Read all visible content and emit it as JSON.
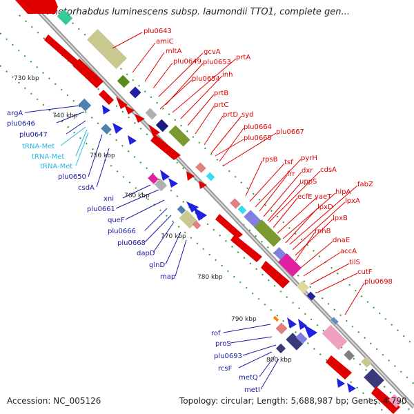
{
  "title": "Photorhabdus luminescens subsp. laumondii TTO1, complete gen...",
  "accession": "Accession: NC_005126",
  "summary": "Topology: circular; Length: 5,688,987 bp; Genes: 4,790",
  "colors": {
    "forward_label": "#e00000",
    "reverse_label": "#1a1aa0",
    "trna_label": "#28b4e6",
    "backbone": "#9a9a9a"
  },
  "ticks": [
    "730 kbp",
    "740 kbp",
    "750 kbp",
    "760 kbp",
    "770 kbp",
    "780 kbp",
    "790 kbp",
    "800 kbp"
  ],
  "forward_genes": [
    "plu0643",
    "amiC",
    "mltA",
    "gcvA",
    "plu0649",
    "plu0653",
    "prtA",
    "inh",
    "plu0654",
    "prtB",
    "prtC",
    "prtD",
    "syd",
    "plu0664",
    "plu0667",
    "plu0665",
    "rpsB",
    "tsf",
    "pyrH",
    "frr",
    "dxr",
    "cdsA",
    "uppS",
    "ecfE",
    "yaeT",
    "hlpA",
    "fabZ",
    "lpxD",
    "lpxA",
    "lpxB",
    "rnhB",
    "dnaE",
    "accA",
    "tilS",
    "cutF",
    "plu0698"
  ],
  "reverse_genes": [
    "argA",
    "plu0646",
    "plu0647",
    "plu0650",
    "csdA",
    "xni",
    "plu0661",
    "queF",
    "plu0666",
    "plu0668",
    "dapD",
    "glnD",
    "map",
    "rof",
    "proS",
    "plu0693",
    "rcsF",
    "metQ",
    "metI"
  ],
  "trna_genes": [
    "tRNA-Met",
    "tRNA-Met",
    "tRNA-Met"
  ]
}
